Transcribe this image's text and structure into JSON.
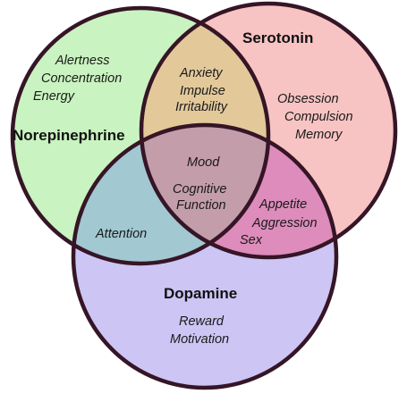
{
  "circles": {
    "norepinephrine": {
      "name": "Norepinephrine",
      "fill": "#c9f3c0",
      "terms": [
        "Alertness",
        "Concentration",
        "Energy"
      ]
    },
    "serotonin": {
      "name": "Serotonin",
      "fill": "#f7c4c3",
      "terms": [
        "Obsession",
        "Compulsion",
        "Memory"
      ]
    },
    "dopamine": {
      "name": "Dopamine",
      "fill": "#cdc5f4",
      "terms": [
        "Reward",
        "Motivation"
      ]
    }
  },
  "overlaps": {
    "norepinephrine_serotonin": {
      "fill": "#e3c99a",
      "terms": [
        "Anxiety",
        "Impulse",
        "Irritability"
      ]
    },
    "norepinephrine_dopamine": {
      "fill": "#a2c8d2",
      "terms": [
        "Attention"
      ]
    },
    "serotonin_dopamine": {
      "fill": "#dd8cbb",
      "terms": [
        "Appetite",
        "Aggression",
        "Sex"
      ]
    },
    "all_three": {
      "fill": "#c49dab",
      "terms": [
        "Mood",
        "Cognitive",
        "Function"
      ]
    }
  },
  "colors": {
    "outline": "#351526",
    "text": "#1a1a1a"
  }
}
